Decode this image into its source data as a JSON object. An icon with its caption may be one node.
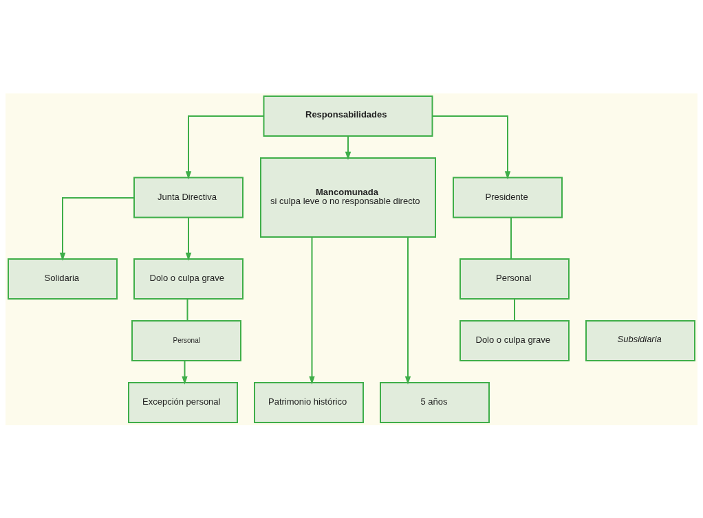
{
  "diagram": {
    "nodes": [
      {
        "text": [
          "Responsabilidades"
        ]
      },
      {
        "text": [
          "Junta Directiva"
        ]
      },
      {
        "text": [
          "Mancomunada",
          "si culpa leve o no responsable directo"
        ]
      },
      {
        "text": [
          "Presidente"
        ]
      },
      {
        "text": [
          "Solidaria"
        ]
      },
      {
        "text": [
          "Dolo o culpa grave"
        ]
      },
      {
        "text": [
          "Personal"
        ]
      },
      {
        "text": [
          "Personal"
        ]
      },
      {
        "text": [
          "Subsidiaria"
        ]
      },
      {
        "text": [
          "Dolo o culpa grave"
        ]
      },
      {
        "text": [
          "Excepción personal"
        ]
      },
      {
        "text": [
          "Patrimonio histórico"
        ]
      },
      {
        "text": [
          "5 años"
        ]
      }
    ],
    "edges": [
      {
        "from": 0,
        "to": 1,
        "arrow": "to"
      },
      {
        "from": 0,
        "to": 2,
        "arrow": "to"
      },
      {
        "from": 0,
        "to": 3,
        "arrow": "to"
      },
      {
        "from": 1,
        "to": 4,
        "arrow": "to"
      },
      {
        "from": 1,
        "to": 5,
        "arrow": "to"
      },
      {
        "from": 5,
        "to": 6,
        "arrow": "none"
      },
      {
        "from": 6,
        "to": 10,
        "arrow": "to"
      },
      {
        "from": 2,
        "to": 11,
        "arrow": "to"
      },
      {
        "from": 2,
        "to": 12,
        "arrow": "to"
      },
      {
        "from": 3,
        "to": 7,
        "arrow": "none"
      },
      {
        "from": 7,
        "to": 9,
        "arrow": "none"
      }
    ]
  }
}
